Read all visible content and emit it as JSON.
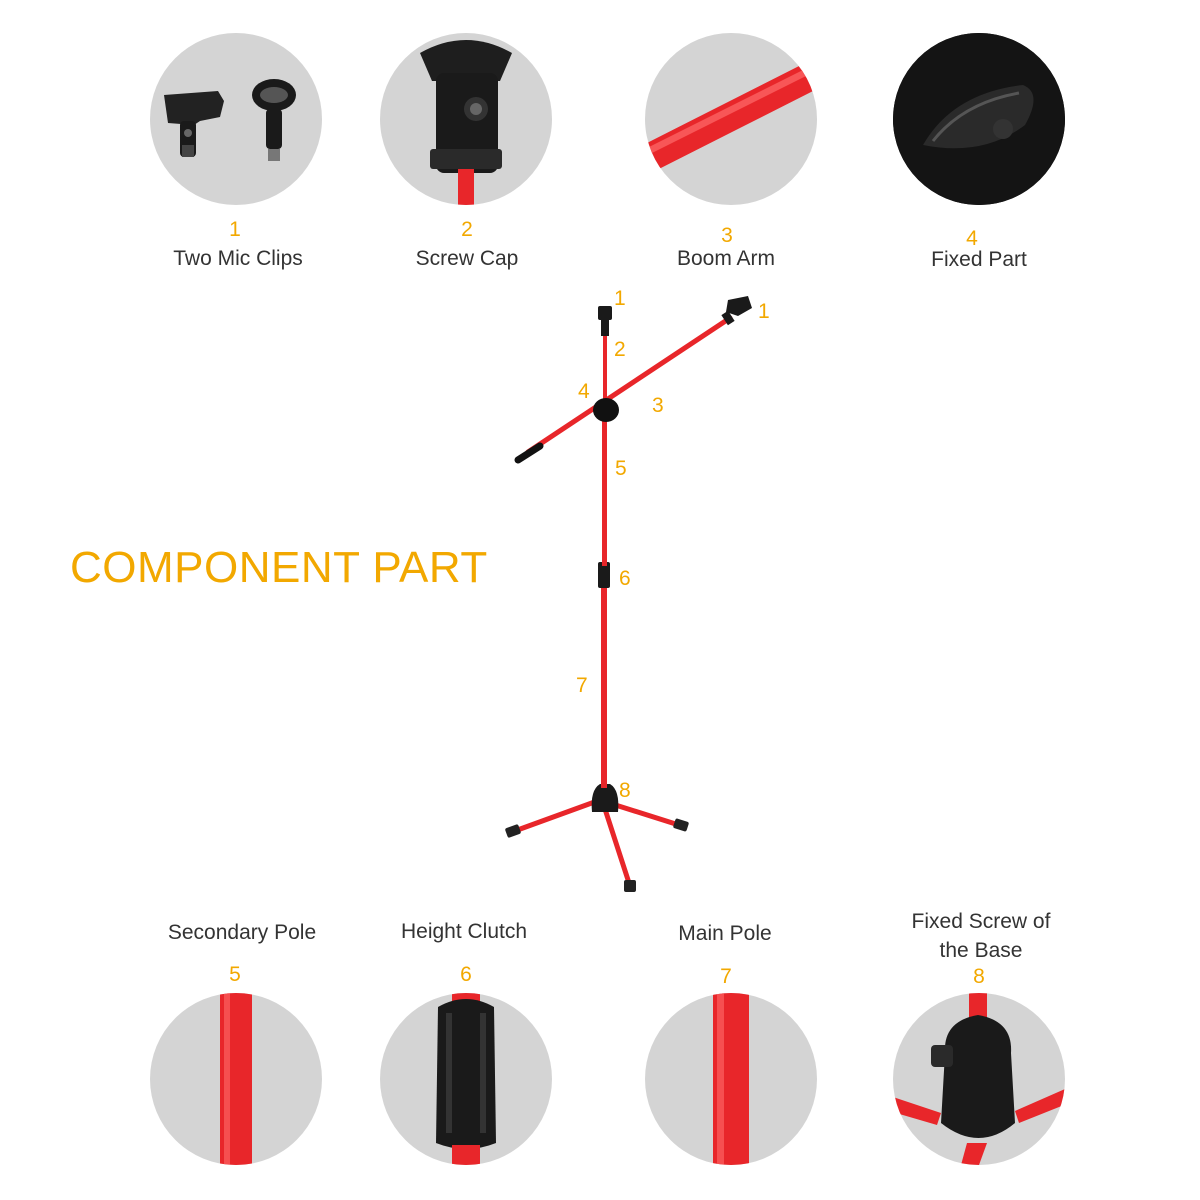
{
  "title": "COMPONENT PART",
  "accent_color": "#f2a800",
  "stand_color": "#e8262a",
  "top_parts": [
    {
      "num": "1",
      "label": "Two Mic Clips"
    },
    {
      "num": "2",
      "label": "Screw Cap"
    },
    {
      "num": "3",
      "label": "Boom Arm"
    },
    {
      "num": "4",
      "label": "Fixed Part"
    }
  ],
  "bottom_parts": [
    {
      "num": "5",
      "label": "Secondary Pole"
    },
    {
      "num": "6",
      "label": "Height Clutch"
    },
    {
      "num": "7",
      "label": "Main Pole"
    },
    {
      "num": "8",
      "label": "Fixed Screw of\nthe Base"
    }
  ],
  "callouts": [
    "1",
    "1",
    "2",
    "3",
    "4",
    "5",
    "6",
    "7",
    "8"
  ]
}
